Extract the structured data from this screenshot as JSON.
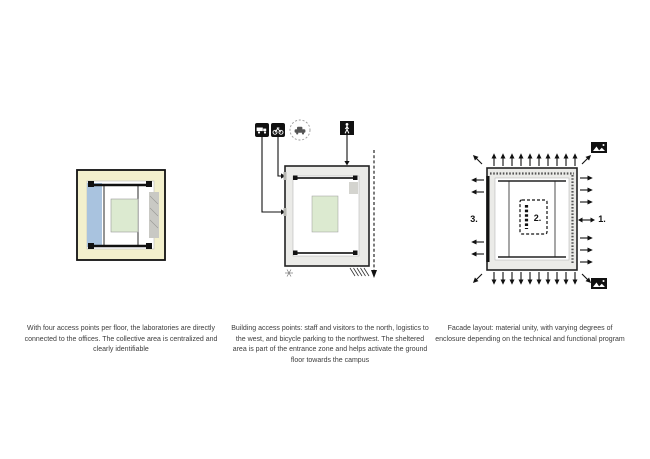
{
  "panels": {
    "plan": {
      "caption": "With four access points per floor, the laboratories are directly connected to the offices. The collective area is centralized and clearly identifiable"
    },
    "access": {
      "caption": "Building access points: staff and visitors to the north, logistics to the west, and bicycle parking to the northwest. The sheltered area is part of the entrance zone and helps activate the ground floor towards the campus",
      "icons": [
        "truck-icon",
        "bicycle-icon",
        "car-icon",
        "pedestrian-icon"
      ]
    },
    "facade": {
      "caption": "Facade layout: material unity, with varying degrees of enclosure depending on the technical and functional program",
      "labels": {
        "one": "1.",
        "two": "2.",
        "three": "3."
      },
      "icons": [
        "image-icon",
        "image-icon"
      ]
    }
  },
  "colors": {
    "cream": "#f3f0cd",
    "blue": "#a9c3df",
    "green": "#dcead0",
    "grey_band": "#c9c9c4",
    "grey_fill": "#ebebe8",
    "line": "#111111"
  }
}
